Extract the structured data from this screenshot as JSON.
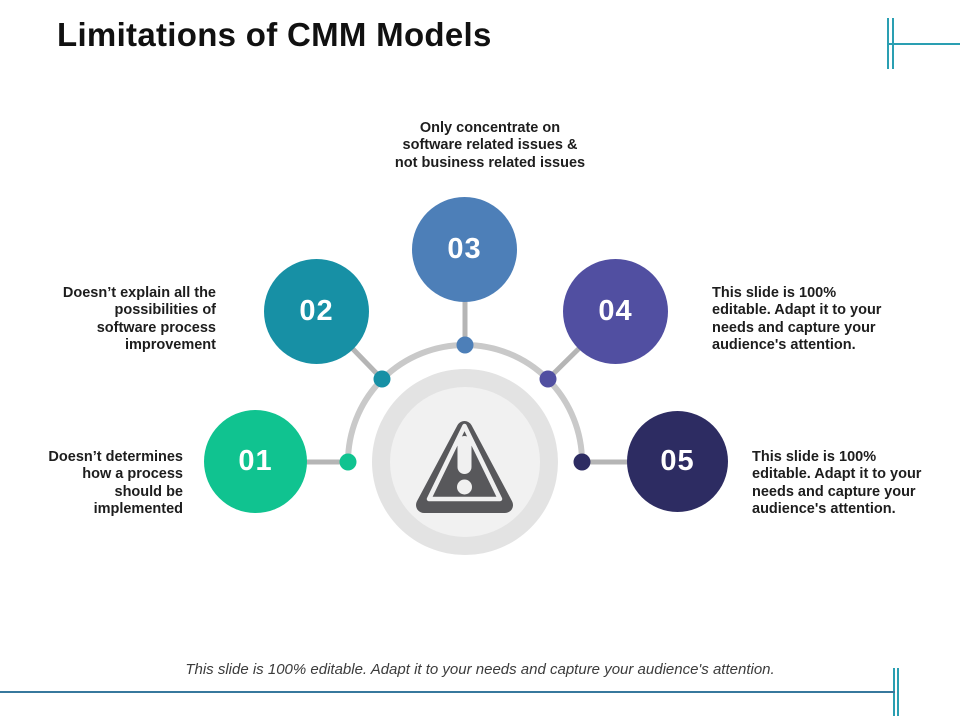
{
  "slide": {
    "title": "Limitations of CMM Models",
    "footer": "This slide is 100% editable. Adapt it to your needs and capture your audience's attention."
  },
  "diagram": {
    "center_icon": "warning-triangle-icon",
    "items": [
      {
        "number": "01",
        "color": "#10c390",
        "label": "Doesn’t determines\nhow a process\nshould be\nimplemented"
      },
      {
        "number": "02",
        "color": "#1790a5",
        "label": "Doesn’t explain all the\npossibilities of\nsoftware process\nimprovement"
      },
      {
        "number": "03",
        "color": "#4d7fb8",
        "label": "Only concentrate on\nsoftware related issues &\nnot business related issues"
      },
      {
        "number": "04",
        "color": "#514fa1",
        "label": "This slide is 100%\neditable. Adapt it to your\nneeds and capture your\naudience's attention."
      },
      {
        "number": "05",
        "color": "#2d2c62",
        "label": "This slide is 100%\neditable. Adapt it to your\nneeds and capture your\naudience's attention."
      }
    ]
  },
  "colors": {
    "accent_teal": "#2a9fb2",
    "rule_blue": "#37789d",
    "connector_gray": "#b5b5b5",
    "arc_gray": "#c9c9c9",
    "hub_outer_gray": "#e3e3e3",
    "hub_inner_gray": "#f1f1f1",
    "warning_icon_gray": "#58585b",
    "title_text": "#111111",
    "label_text": "#1d1d1d"
  }
}
